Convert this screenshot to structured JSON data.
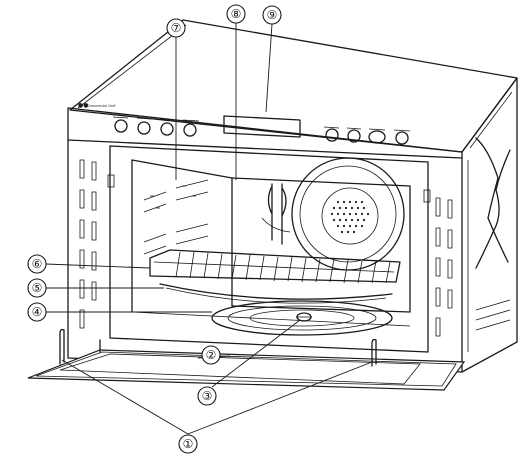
{
  "diagram": {
    "brand_text": "Commercial Chef",
    "callouts": [
      {
        "id": "1",
        "label": "①"
      },
      {
        "id": "2",
        "label": "②"
      },
      {
        "id": "3",
        "label": "③"
      },
      {
        "id": "4",
        "label": "④"
      },
      {
        "id": "5",
        "label": "⑤"
      },
      {
        "id": "6",
        "label": "⑥"
      },
      {
        "id": "7",
        "label": "⑦"
      },
      {
        "id": "8",
        "label": "⑧"
      },
      {
        "id": "9",
        "label": "⑨"
      }
    ]
  }
}
